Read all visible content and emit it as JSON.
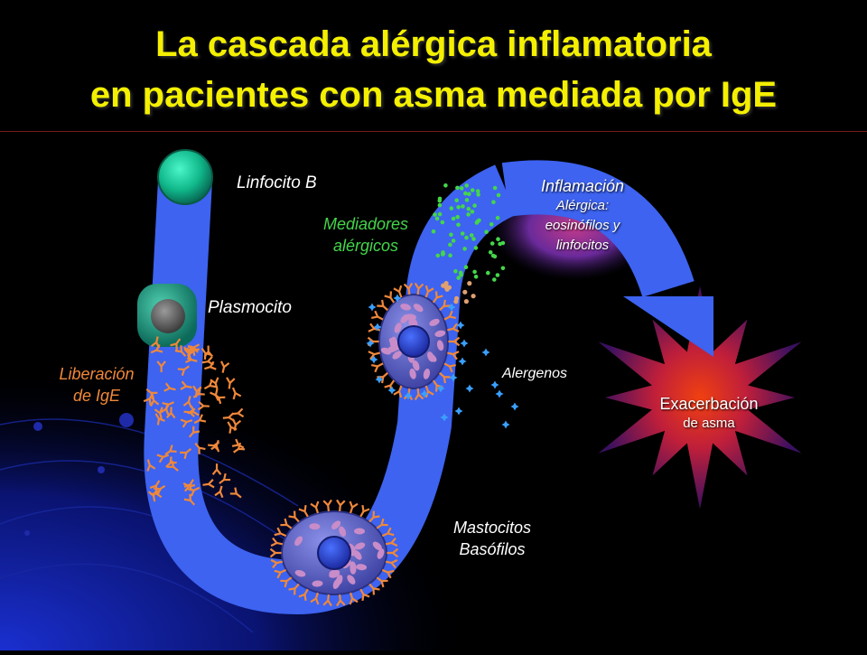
{
  "title": {
    "line1": "La cascada alérgica inflamatoria",
    "line2": "en pacientes con asma mediada por IgE"
  },
  "labels": {
    "linfocito_b": "Linfocito B",
    "plasmocito": "Plasmocito",
    "liberacion_line1": "Liberación",
    "liberacion_line2": "de IgE",
    "mediadores_line1": "Mediadores",
    "mediadores_line2": "alérgicos",
    "inflamacion_title": "Inflamación",
    "inflamacion_line1": "Alérgica:",
    "inflamacion_line2": "eosinófilos y",
    "inflamacion_line3": "linfocitos",
    "alergenos": "Alergenos",
    "exacerbacion_title": "Exacerbación",
    "exacerbacion_sub": "de asma",
    "mastocitos": "Mastocitos",
    "basofilos": "Basófilos"
  },
  "colors": {
    "title": "#f4f000",
    "pathway": "#3d63f0",
    "mediators": "#44d64a",
    "ige": "#f0883a",
    "allergen": "#3aa0ff"
  }
}
